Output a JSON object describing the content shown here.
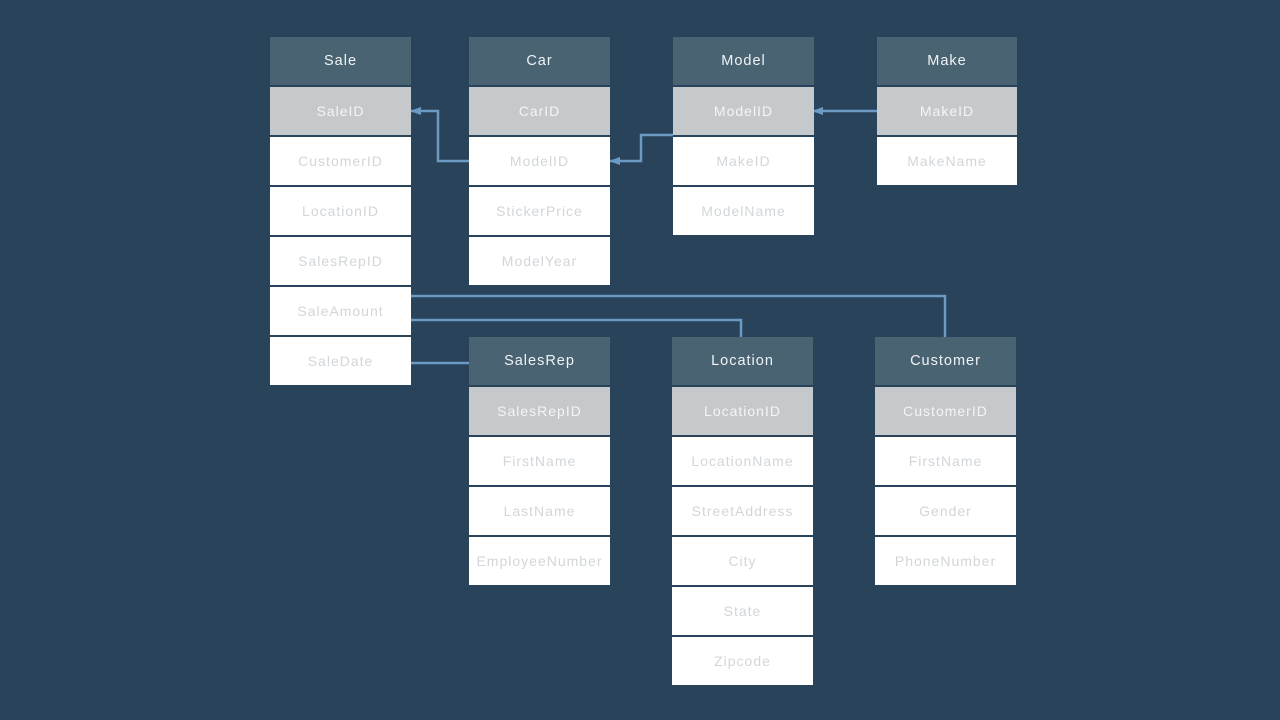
{
  "theme": {
    "background": "#28435A",
    "connector_color": "#6B9AC4",
    "table_header_bg": "#4A6372",
    "key_row_bg": "#C5C9CC",
    "field_row_bg": "#FFFFFF",
    "table_header_text": "#EFF3F5",
    "key_row_text": "#F3F5F6",
    "field_row_text": "#D2D6D9"
  },
  "tables": {
    "sale": {
      "title": "Sale",
      "rows": [
        {
          "label": "SaleID",
          "key": true
        },
        {
          "label": "CustomerID",
          "key": false
        },
        {
          "label": "LocationID",
          "key": false
        },
        {
          "label": "SalesRepID",
          "key": false
        },
        {
          "label": "SaleAmount",
          "key": false
        },
        {
          "label": "SaleDate",
          "key": false
        }
      ]
    },
    "car": {
      "title": "Car",
      "rows": [
        {
          "label": "CarID",
          "key": true
        },
        {
          "label": "ModelID",
          "key": false
        },
        {
          "label": "StickerPrice",
          "key": false
        },
        {
          "label": "ModelYear",
          "key": false
        }
      ]
    },
    "model": {
      "title": "Model",
      "rows": [
        {
          "label": "ModelID",
          "key": true
        },
        {
          "label": "MakeID",
          "key": false
        },
        {
          "label": "ModelName",
          "key": false
        }
      ]
    },
    "make": {
      "title": "Make",
      "rows": [
        {
          "label": "MakeID",
          "key": true
        },
        {
          "label": "MakeName",
          "key": false
        }
      ]
    },
    "salesrep": {
      "title": "SalesRep",
      "rows": [
        {
          "label": "SalesRepID",
          "key": true
        },
        {
          "label": "FirstName",
          "key": false
        },
        {
          "label": "LastName",
          "key": false
        },
        {
          "label": "EmployeeNumber",
          "key": false
        }
      ]
    },
    "location": {
      "title": "Location",
      "rows": [
        {
          "label": "LocationID",
          "key": true
        },
        {
          "label": "LocationName",
          "key": false
        },
        {
          "label": "StreetAddress",
          "key": false
        },
        {
          "label": "City",
          "key": false
        },
        {
          "label": "State",
          "key": false
        },
        {
          "label": "Zipcode",
          "key": false
        }
      ]
    },
    "customer": {
      "title": "Customer",
      "rows": [
        {
          "label": "CustomerID",
          "key": true
        },
        {
          "label": "FirstName",
          "key": false
        },
        {
          "label": "Gender",
          "key": false
        },
        {
          "label": "PhoneNumber",
          "key": false
        }
      ]
    }
  },
  "relationships": [
    {
      "from": "Sale.SaleID",
      "to": "Car.ModelID"
    },
    {
      "from": "Car.ModelID",
      "to": "Model.ModelID"
    },
    {
      "from": "Model.ModelID",
      "to": "Make.MakeID"
    },
    {
      "from": "Sale.SaleAmount row edge",
      "to": "Customer header"
    },
    {
      "from": "Sale.SaleAmount row edge",
      "to": "Location header"
    },
    {
      "from": "Sale.SaleDate",
      "to": "SalesRep header"
    }
  ]
}
